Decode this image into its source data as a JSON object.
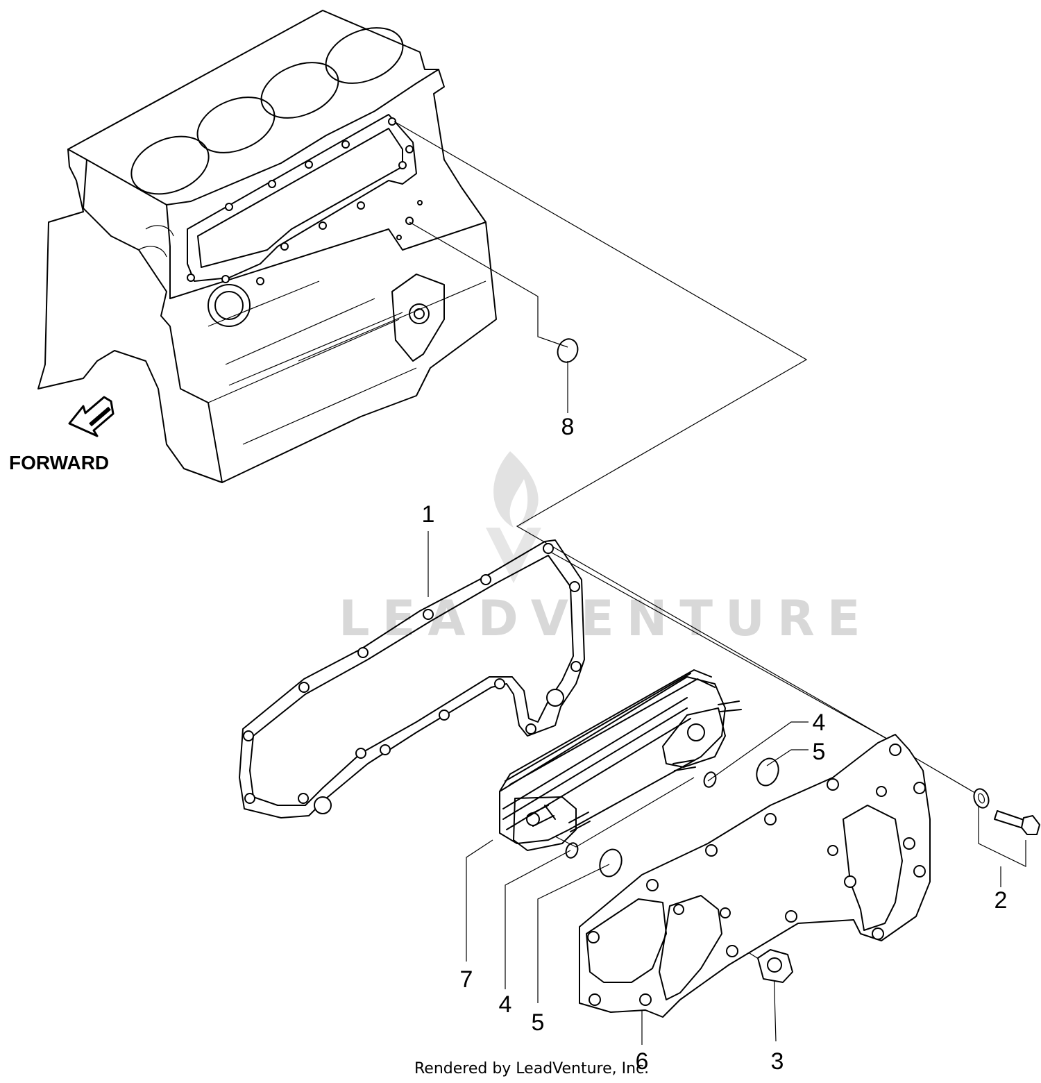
{
  "callouts": {
    "c1": "1",
    "c2": "2",
    "c3": "3",
    "c4a": "4",
    "c4b": "4",
    "c5a": "5",
    "c5b": "5",
    "c6": "6",
    "c7": "7",
    "c8": "8"
  },
  "forward_label": "FORWARD",
  "watermark": "LEADVENTURE",
  "footer": "Rendered by LeadVenture, Inc.",
  "icons": {
    "forward": "forward-arrow-icon",
    "watermark": "flame-logo-icon"
  }
}
